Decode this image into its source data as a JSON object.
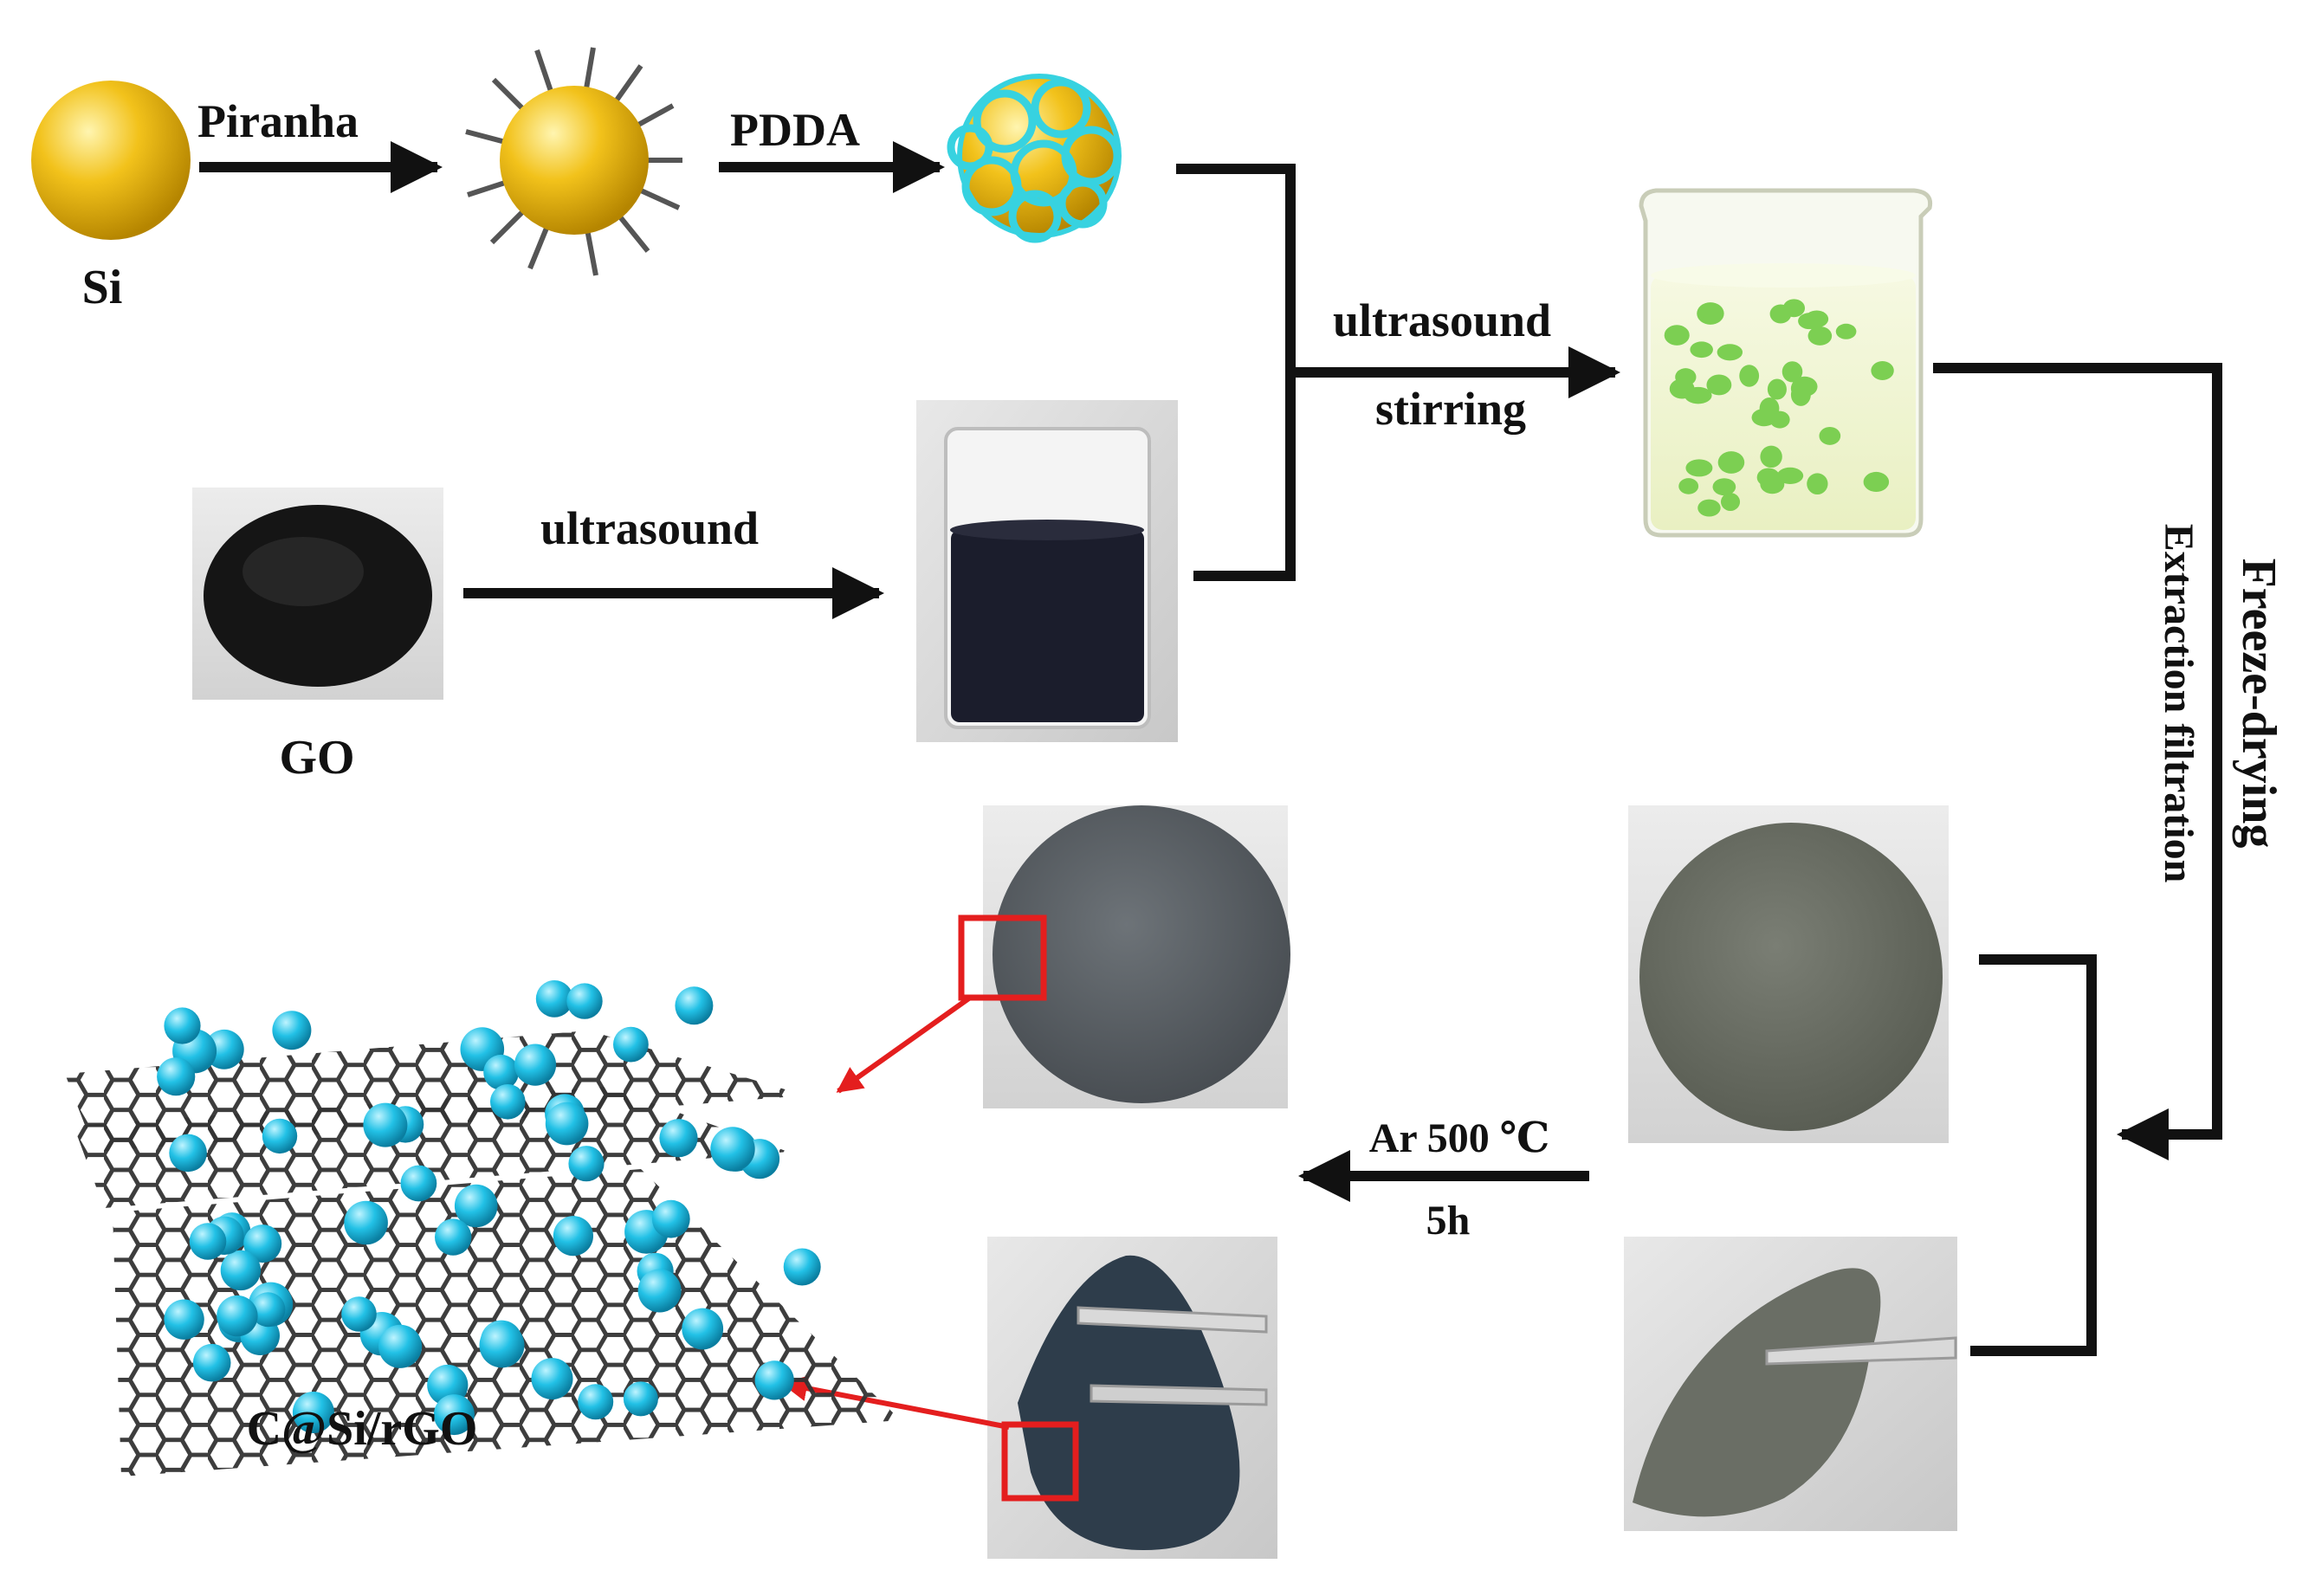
{
  "labels": {
    "si": "Si",
    "piranha": "Piranha",
    "pdda": "PDDA",
    "ultrasound_top": "ultrasound",
    "stirring": "stirring",
    "ultrasound_go": "ultrasound",
    "go": "GO",
    "freeze_drying": "Freeze-drying",
    "extraction_filtration": "Extraction filtration",
    "ar_temp": "Ar 500 ℃",
    "ar_time": "5h",
    "product": "C@Si/rGO"
  },
  "colors": {
    "si_particle": "#f2c21b",
    "pdda_coating": "#37d2e0",
    "go_powder": "#1a1a1a",
    "go_dispersion": "#1b1d2c",
    "beaker_liquid": "#f3f7d9",
    "green_particles": "#7ccf52",
    "film": "#585d62",
    "si_on_rgo": "#22c1e6",
    "graphene_lattice": "#3a3a3a",
    "highlight_red": "#e41e1e",
    "arrow": "#111111"
  }
}
